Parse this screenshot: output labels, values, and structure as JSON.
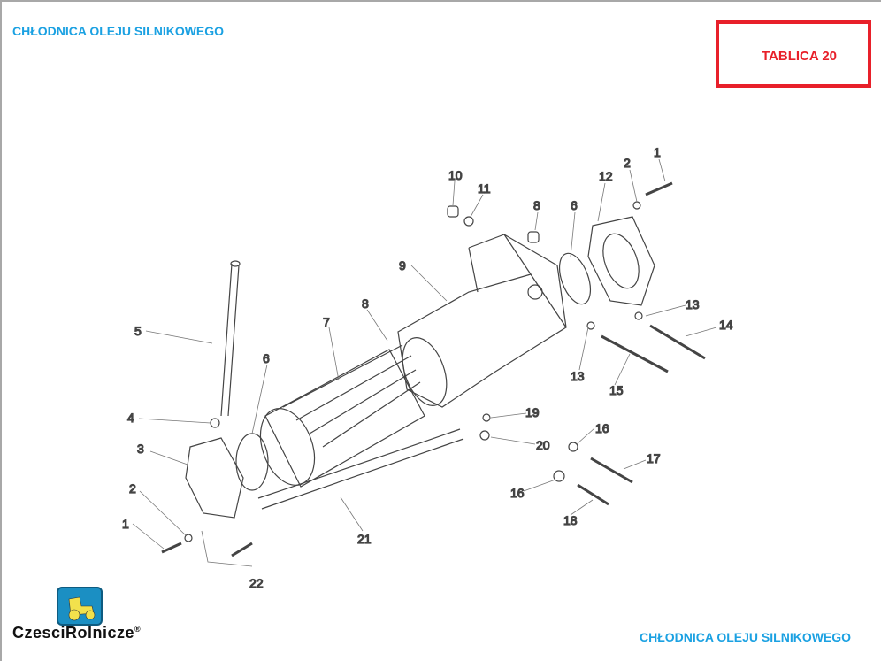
{
  "header": {
    "title": "CHŁODNICA OLEJU SILNIKOWEGO",
    "plate": "TABLICA 20"
  },
  "footer": {
    "title": "CHŁODNICA OLEJU SILNIKOWEGO"
  },
  "logo": {
    "text": "CzesciRolnicze",
    "mark": "®"
  },
  "drawing": {
    "labels": [
      "10",
      "11",
      "8",
      "6",
      "12",
      "2",
      "1",
      "9",
      "8",
      "7",
      "5",
      "6",
      "13",
      "14",
      "13",
      "15",
      "4",
      "19",
      "16",
      "20",
      "3",
      "17",
      "2",
      "16",
      "18",
      "1",
      "21",
      "22"
    ]
  },
  "colors": {
    "accent_blue": "#1ba1e2",
    "accent_red": "#e8202a"
  }
}
